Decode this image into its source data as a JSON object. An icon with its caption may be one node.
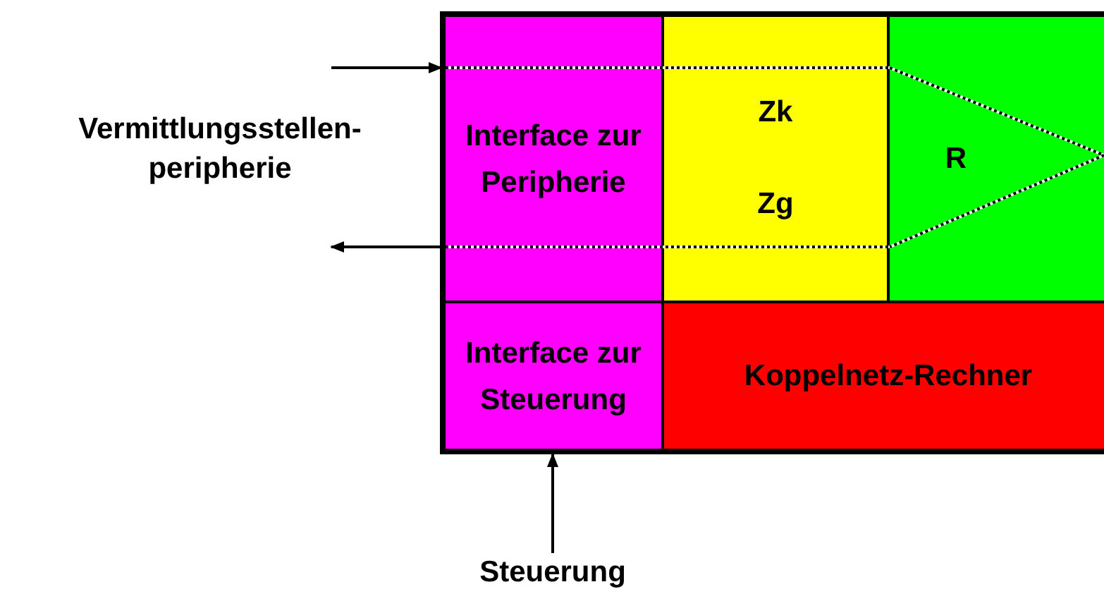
{
  "diagram": {
    "nodes": [
      {
        "text": [
          "Interface zur Peripherie"
        ]
      },
      {
        "text": [
          "Zk"
        ]
      },
      {
        "text": [
          "Zg"
        ]
      },
      {
        "text": [
          "R"
        ]
      },
      {
        "text": [
          "Interface zur Steuerung"
        ]
      },
      {
        "text": [
          "Koppelnetz-Rechner"
        ]
      },
      {
        "text": [
          "Steuerung"
        ]
      }
    ],
    "edges": [
      {
        "from": null,
        "to": 0,
        "arrow": "to"
      },
      {
        "from": 0,
        "to": null,
        "arrow": "to"
      },
      {
        "from": 6,
        "to": 4,
        "arrow": "to"
      }
    ],
    "labels": [
      "Vermittlungsstellen-peripherie"
    ]
  }
}
